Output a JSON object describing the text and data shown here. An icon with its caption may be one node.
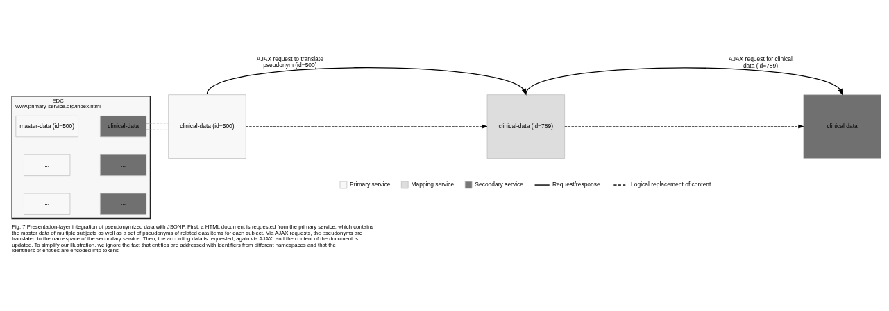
{
  "diagram": {
    "caption": "Fig. 7 Presentation-layer integration of pseudonymized data with JSONP. First, a HTML document is requested from the primary service, which contains the master data of multiple subjects as well as a set of pseudonyms of related data items for each subject. Via AJAX requests, the pseudonyms are translated to the namespace of the secondary service. Then, the according data is requested, again via AJAX, and the content of the document is updated. To simplify our illustration, we ignore the fact that entities are addressed with identifiers from different namespaces and that the identifiers of entities are encoded into tokens",
    "nodes": [
      {
        "text": [
          "EDC",
          "www.primary-service.org/index.html"
        ]
      },
      {
        "text": [
          "master-data (id=500)"
        ],
        "in": 0
      },
      {
        "text": [
          "clinical-data"
        ],
        "in": 0
      },
      {
        "text": [
          "..."
        ],
        "in": 0
      },
      {
        "text": [
          "..."
        ],
        "in": 0
      },
      {
        "text": [
          "..."
        ],
        "in": 0
      },
      {
        "text": [
          "..."
        ],
        "in": 0
      },
      {
        "text": [
          "clinical-data (id=500)"
        ]
      },
      {
        "text": [
          "clinical-data (id=789)"
        ]
      },
      {
        "text": [
          "clinical data"
        ]
      }
    ],
    "edges": [
      {
        "from": 2,
        "to": 7,
        "arrow": "none",
        "style": "dashed",
        "color": "#999999"
      },
      {
        "from": 2,
        "to": 7,
        "arrow": "none",
        "style": "dashed",
        "color": "#999999"
      },
      {
        "from": 7,
        "to": 8,
        "arrow": "to",
        "label": "AJAX request to translate pseudonym (id=500)"
      },
      {
        "from": 7,
        "to": 8,
        "arrow": "to",
        "style": "dashed"
      },
      {
        "from": 8,
        "to": 9,
        "arrow": "to",
        "label": "AJAX request for clinical data (id=789)"
      },
      {
        "from": 8,
        "to": 9,
        "arrow": "to",
        "style": "dashed"
      }
    ],
    "legend": [
      {
        "text": "Primary service",
        "color": "#f8f8f8"
      },
      {
        "text": "Mapping service",
        "color": "#dddddd"
      },
      {
        "text": "Secondary service",
        "color": "#777777"
      },
      {
        "text": "Request/response"
      },
      {
        "text": "Logical replacement of content"
      }
    ]
  }
}
